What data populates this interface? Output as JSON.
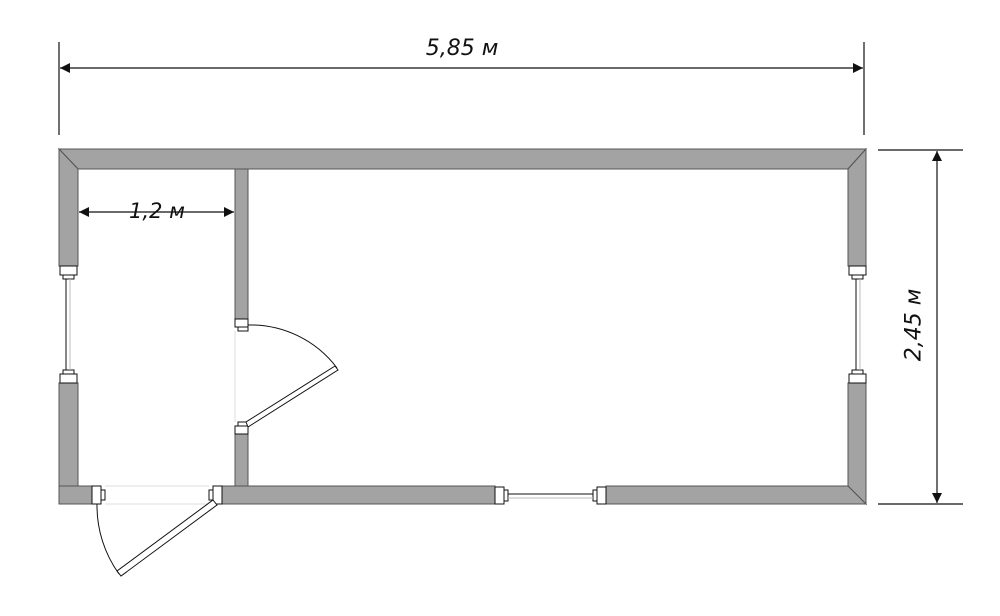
{
  "dimensions": {
    "overall_length": "5,85 м",
    "overall_width": "2,45 м",
    "vestibule_width": "1,2 м"
  },
  "colors": {
    "wall_fill": "#a3a3a3",
    "wall_stroke": "#555555",
    "line": "#111111",
    "background": "#ffffff"
  }
}
